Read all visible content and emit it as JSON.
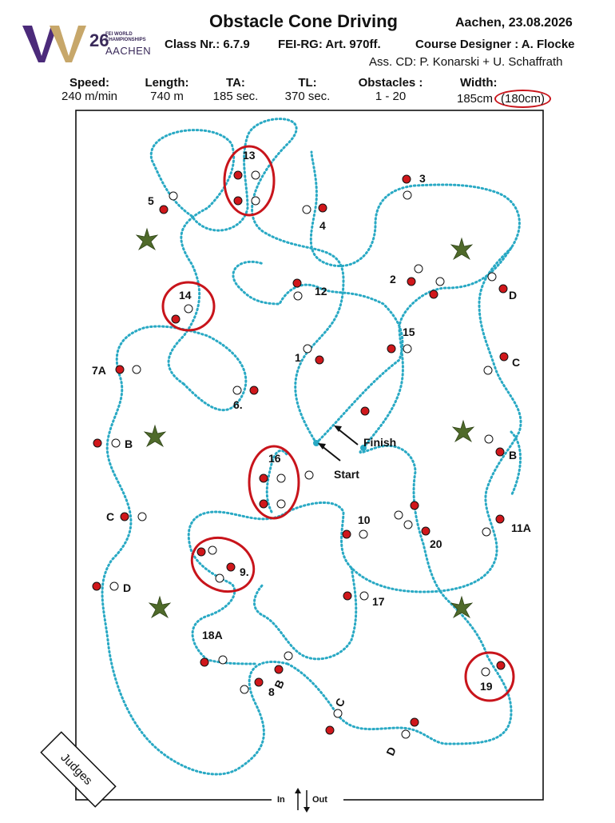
{
  "header": {
    "title": "Obstacle Cone Driving",
    "place_date": "Aachen, 23.08.2026",
    "class_nr": "Class Nr.: 6.7.9",
    "fei_rg": "FEI-RG: Art. 970ff.",
    "course_designer": "Course Designer : A. Flocke",
    "assistants": "Ass. CD: P. Konarski +  U. Schaffrath",
    "logo_text": "W26",
    "logo_sub1": "FEI WORLD CHAMPIONSHIPS",
    "logo_sub2": "AACHEN"
  },
  "stats": [
    {
      "label": "Speed:",
      "value": "240 m/min"
    },
    {
      "label": "Length:",
      "value": "740 m"
    },
    {
      "label": "TA:",
      "value": "185 sec."
    },
    {
      "label": "TL:",
      "value": "370 sec."
    },
    {
      "label": "Obstacles :",
      "value": "1 - 20"
    },
    {
      "label": "Width:",
      "value": "185cm",
      "value_extra": "(180cm)"
    }
  ],
  "labels": {
    "o1": "1",
    "o2": "2",
    "o3": "3",
    "o4": "4",
    "o5": "5",
    "o6": "6.",
    "o7a": "7A",
    "o7b": "B",
    "o7c": "C",
    "o7d": "D",
    "o8": "8",
    "o8b": "B",
    "o8c": "C",
    "o8d": "D",
    "o9": "9.",
    "o10": "10",
    "o11a": "11A",
    "o11b": "B",
    "o11c": "C",
    "o11d": "D",
    "o12": "12",
    "o13": "13",
    "o14": "14",
    "o15": "15",
    "o16": "16",
    "o17": "17",
    "o18a": "18A",
    "o19": "19",
    "o20": "20",
    "start": "Start",
    "finish": "Finish",
    "judges": "Judges",
    "in": "In",
    "out": "Out"
  },
  "colors": {
    "route": "#29a9c4",
    "cone_red": "#d0171b",
    "circle_red": "#c8141b",
    "plant": "#4f6a2a"
  }
}
